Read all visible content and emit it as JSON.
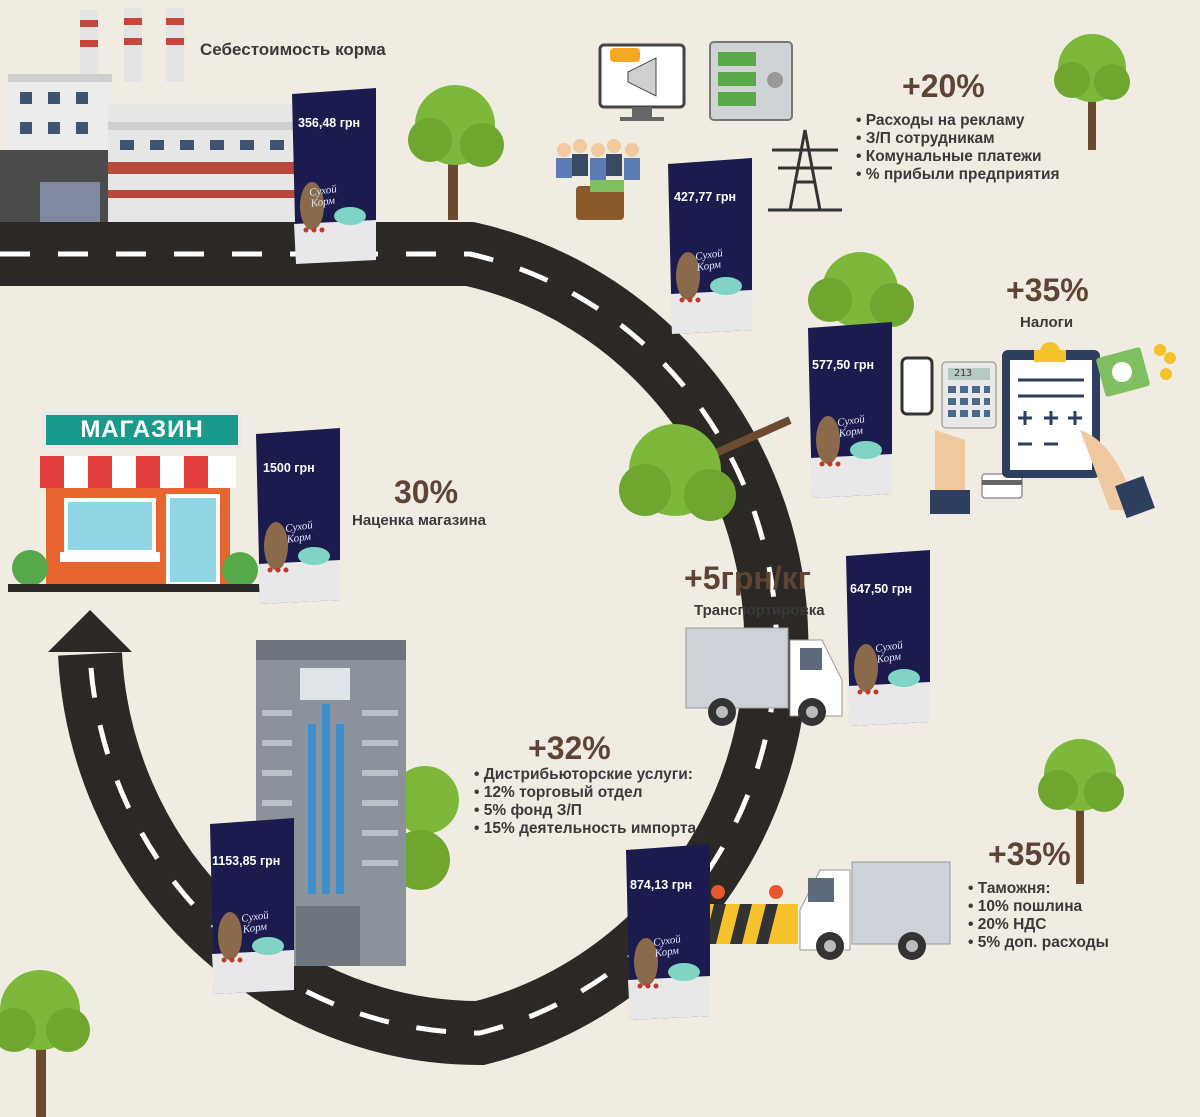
{
  "start": {
    "title": "Себестоимость корма"
  },
  "bag_brand": {
    "line1": "Сухой",
    "line2": "Корм"
  },
  "prices": {
    "factory": "356,48 грн",
    "overhead": "427,77 грн",
    "taxes": "577,50 грн",
    "transport": "647,50 грн",
    "customs": "874,13 грн",
    "distributor": "1153,85 грн",
    "shop": "1500 грн"
  },
  "stages": {
    "overhead": {
      "percent": "+20%",
      "items": [
        "Расходы на рекламу",
        "З/П сотрудникам",
        "Комунальные платежи",
        "% прибыли предприятия"
      ]
    },
    "taxes": {
      "percent": "+35%",
      "label": "Налоги"
    },
    "transport": {
      "amount": "+5грн/кг",
      "label": "Транспортировка"
    },
    "customs": {
      "percent": "+35%",
      "items": [
        "Таможня:",
        "10% пошлина",
        "20% НДС",
        "5% доп. расходы"
      ]
    },
    "distributor": {
      "percent": "+32%",
      "items": [
        "Дистрибьюторские услуги:",
        "12% торговый отдел",
        "5% фонд З/П",
        "15% деятельность импорта"
      ]
    },
    "shop": {
      "percent": "30%",
      "label": "Наценка магазина",
      "sign": "МАГАЗИН"
    }
  },
  "calculator": {
    "display": "213"
  },
  "colors": {
    "road": "#2b2825",
    "bag": "#1c1b4e",
    "accent": "#5e4434",
    "tree": "#7db83a",
    "background": "#f1ece2"
  }
}
